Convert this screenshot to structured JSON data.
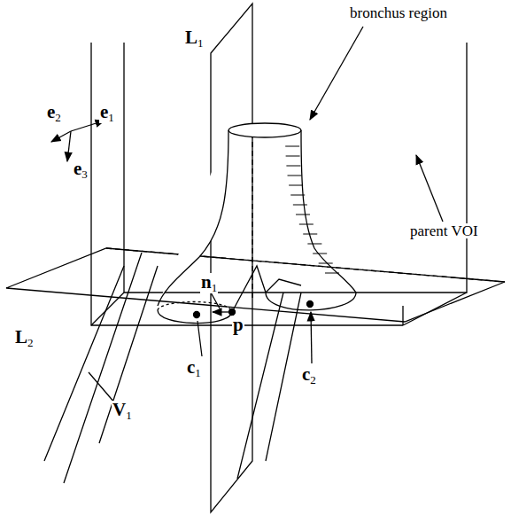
{
  "diagram": {
    "labels": [
      "L1",
      "bronchus region",
      "e2",
      "e1",
      "e3",
      "parent VOI",
      "n1",
      "p",
      "L2",
      "c1",
      "c2",
      "V1"
    ]
  }
}
